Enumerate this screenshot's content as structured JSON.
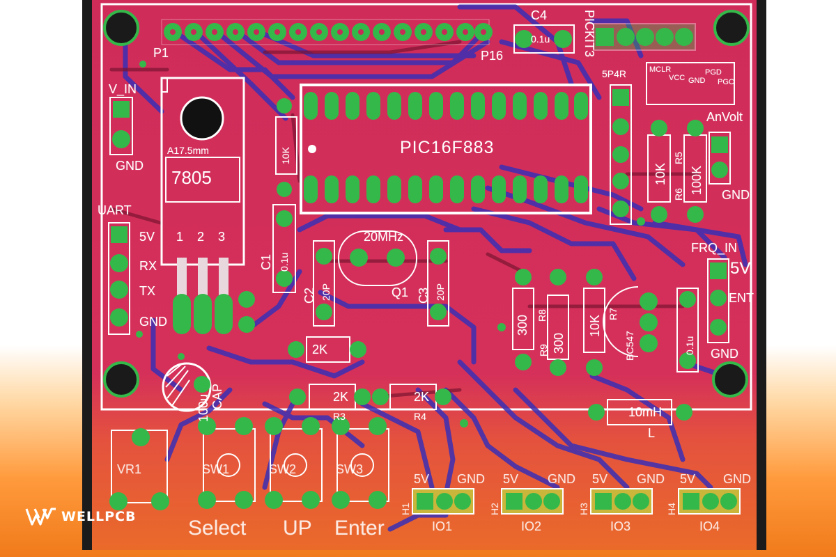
{
  "colors": {
    "board": "#cc2e58",
    "board_lower": "#e4523e",
    "trace": "#3a2fb5",
    "pad": "#35b84a",
    "silkscreen": "#ffffff",
    "frame": "#1b1b1b"
  },
  "brand": {
    "text": "WELLPCB",
    "icon": "wellpcb-logo-icon"
  },
  "mcu": {
    "label": "PIC16F883"
  },
  "regulator": {
    "part": "7805",
    "package": "A17.5mm",
    "pins": [
      "1",
      "2",
      "3"
    ]
  },
  "labels": {
    "p1": "P1",
    "p16": "P16",
    "c4": "C4",
    "c4_value": "0.1u",
    "picklt3": "PICKIT3",
    "r5p4r": "5P4R",
    "v_in": "V_IN",
    "gnd": "GND",
    "uart": "UART",
    "uart_5v": "5V",
    "uart_rx": "RX",
    "uart_tx": "TX",
    "uart_gnd": "GND",
    "r10k_top": "10K",
    "c1": "C1",
    "c1_val": "0.1u",
    "crystal": "20MHz",
    "q1": "Q1",
    "c2": "C2",
    "c2_val": "20P",
    "c3": "C3",
    "c3_val": "20P",
    "r2": "2K",
    "r3": "2K",
    "r4": "2K",
    "r3_ref": "R3",
    "r4_ref": "R4",
    "r5": "R5",
    "r5_val": "10K",
    "r6": "R6",
    "r6_val": "100K",
    "anvolt": "AnVolt",
    "anvolt_gnd": "GND",
    "frq_in": "FRQ_IN",
    "frq_5v": "5V",
    "frq_ent": "ENT",
    "frq_gnd": "GND",
    "r300a": "300",
    "r8": "R8",
    "r9": "R9",
    "r300b": "300",
    "r10k_mid": "10K",
    "r7": "R7",
    "bc547": "BC547",
    "c5_val": "0.1u",
    "inductor": "10mH",
    "inductor_ref": "L",
    "cap": "CAP",
    "cap_val": "100u",
    "vr1": "VR1",
    "sw1": "SW1",
    "sw2": "SW2",
    "sw3": "SW3",
    "select": "Select",
    "up": "UP",
    "enter": "Enter",
    "pic_header_pins": [
      "MCLR",
      "VCC",
      "GND",
      "PGD",
      "PGC"
    ]
  },
  "io_headers": [
    {
      "ref": "H1",
      "label": "IO1",
      "left": "5V",
      "right": "GND"
    },
    {
      "ref": "H2",
      "label": "IO2",
      "left": "5V",
      "right": "GND"
    },
    {
      "ref": "H3",
      "label": "IO3",
      "left": "5V",
      "right": "GND"
    },
    {
      "ref": "H4",
      "label": "IO4",
      "left": "5V",
      "right": "GND"
    }
  ]
}
